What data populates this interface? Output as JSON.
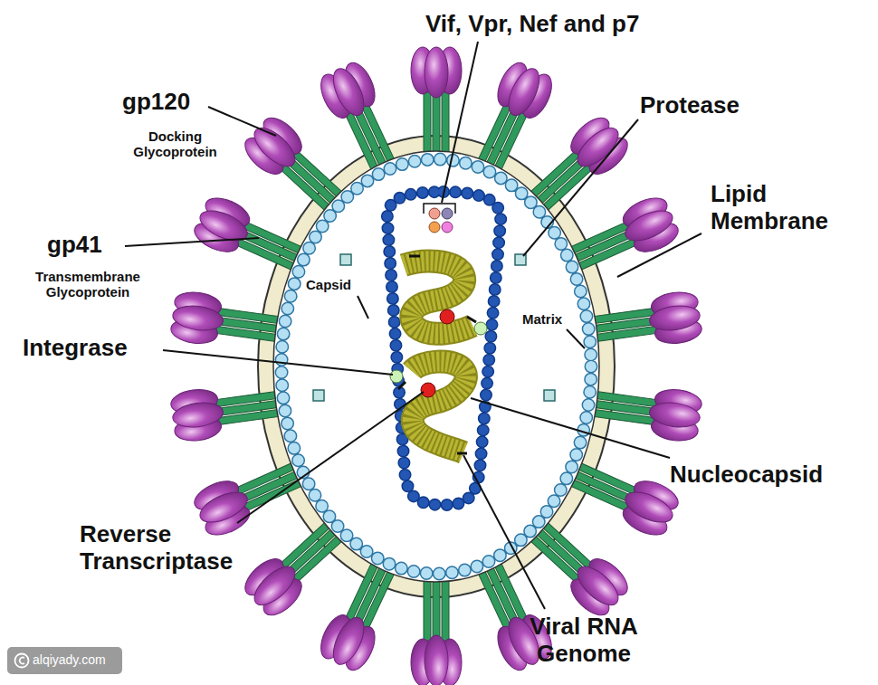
{
  "diagram": {
    "labels": [
      "Vif, Vpr, Nef and p7",
      "Protease",
      "gp120",
      "Docking Glycoprotein",
      "Lipid Membrane",
      "gp41",
      "Transmembrane Glycoprotein",
      "Capsid",
      "Matrix",
      "Integrase",
      "Nucleocapsid",
      "Reverse Transcriptase",
      "Viral RNA Genome",
      "alqiyady.com"
    ]
  }
}
